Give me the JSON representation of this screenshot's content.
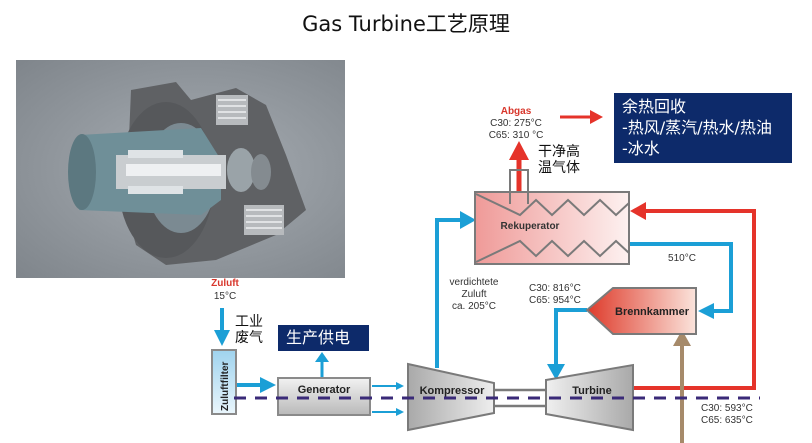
{
  "title": "Gas Turbine工艺原理",
  "photo": {
    "description": "turbine-cutaway-render"
  },
  "heat_recovery": {
    "lines": [
      "余热回收",
      "-热风/蒸汽/热水/热油",
      "-冰水"
    ]
  },
  "power_supply": {
    "label": "生产供电"
  },
  "exhaust": {
    "name": "Abgas",
    "c30": "C30: 275°C",
    "c65": "C65: 310 °C",
    "note_line1": "干净高",
    "note_line2": "温气体"
  },
  "intake": {
    "name": "Zuluft",
    "temp": "15°C",
    "note_line1": "工业",
    "note_line2": "废气"
  },
  "components": {
    "filter": "Zuluftfilter",
    "generator": "Generator",
    "compressor": "Kompressor",
    "turbine": "Turbine",
    "recuperator": "Rekuperator",
    "combustor": "Brennkammer"
  },
  "compressed_air": {
    "line1": "verdichtete",
    "line2": "Zuluft",
    "line3": "ca. 205°C"
  },
  "recuperator_out": {
    "temp": "510°C"
  },
  "combustor_out": {
    "c30": "C30: 816°C",
    "c65": "C65: 954°C"
  },
  "turbine_out": {
    "c30": "C30: 593°C",
    "c65": "C65: 635°C"
  },
  "colors": {
    "hot_flow": "#e5332a",
    "cold_flow": "#1b9fd6",
    "shaft": "#3a2a78",
    "fuel": "#a68a6a",
    "navy": "#0d2a6a"
  }
}
